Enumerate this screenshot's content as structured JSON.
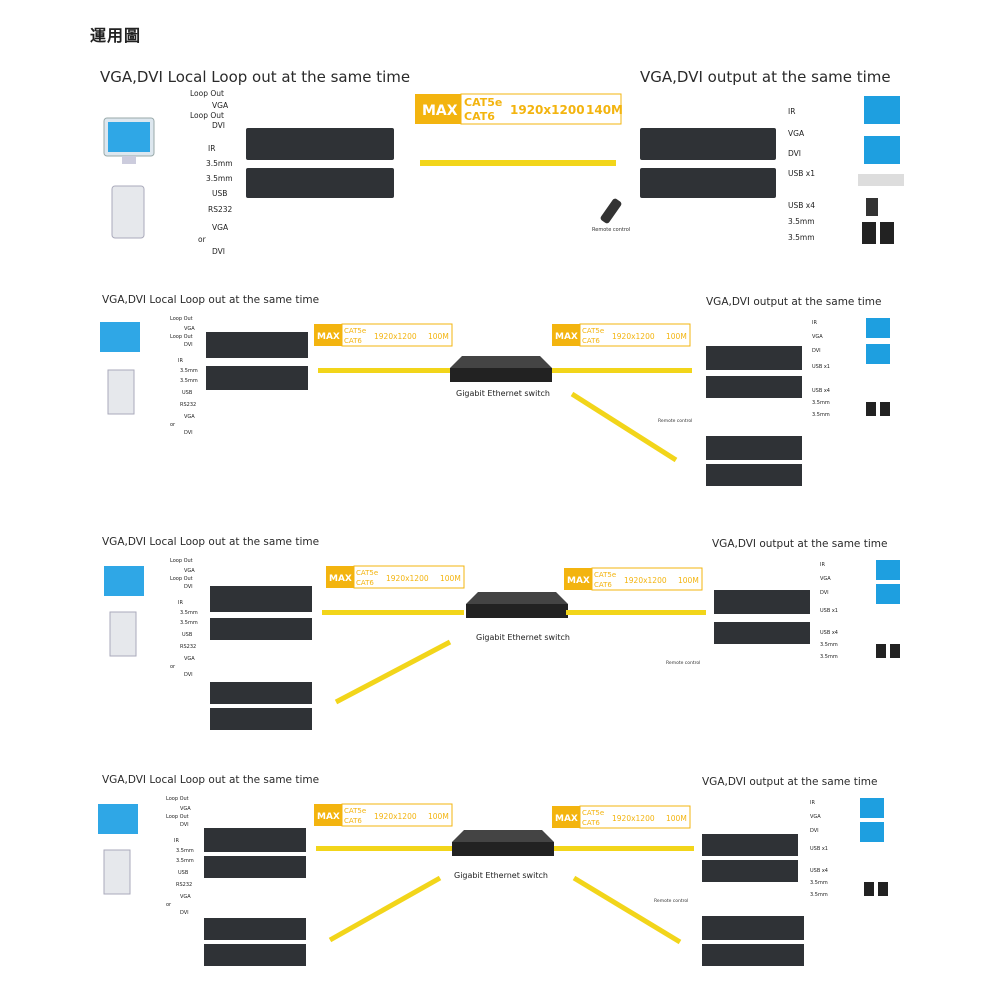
{
  "heading": "運用圖",
  "panels": [
    {
      "title_left": "VGA,DVI Local Loop out at the same time",
      "title_right": "VGA,DVI output at the same time",
      "badges": [
        {
          "max": "MAX",
          "cable1": "CAT5e",
          "cable2": "CAT6",
          "resolution": "1920x1200",
          "distance": "140M"
        }
      ],
      "switch_label": "",
      "remote_label": "Remote control",
      "left_ports": [
        "Loop Out",
        "VGA",
        "Loop Out",
        "DVI",
        "IR",
        "3.5mm",
        "3.5mm",
        "USB",
        "RS232",
        "VGA",
        "or",
        "DVI"
      ],
      "right_ports": [
        "IR",
        "VGA",
        "DVI",
        "USB x1",
        "USB x4",
        "3.5mm",
        "3.5mm"
      ]
    },
    {
      "title_left": "VGA,DVI Local Loop out at the same time",
      "title_right": "VGA,DVI output at the same time",
      "badges": [
        {
          "max": "MAX",
          "cable1": "CAT5e",
          "cable2": "CAT6",
          "resolution": "1920x1200",
          "distance": "100M"
        },
        {
          "max": "MAX",
          "cable1": "CAT5e",
          "cable2": "CAT6",
          "resolution": "1920x1200",
          "distance": "100M"
        }
      ],
      "switch_label": "Gigabit Ethernet switch",
      "remote_label": "Remote control",
      "left_ports": [
        "Loop Out",
        "VGA",
        "Loop Out",
        "DVI",
        "IR",
        "3.5mm",
        "3.5mm",
        "USB",
        "RS232",
        "VGA",
        "or",
        "DVI"
      ],
      "right_ports": [
        "IR",
        "VGA",
        "DVI",
        "USB x1",
        "USB x4",
        "3.5mm",
        "3.5mm"
      ]
    },
    {
      "title_left": "VGA,DVI Local Loop out at the same time",
      "title_right": "VGA,DVI output at the same time",
      "badges": [
        {
          "max": "MAX",
          "cable1": "CAT5e",
          "cable2": "CAT6",
          "resolution": "1920x1200",
          "distance": "100M"
        },
        {
          "max": "MAX",
          "cable1": "CAT5e",
          "cable2": "CAT6",
          "resolution": "1920x1200",
          "distance": "100M"
        }
      ],
      "switch_label": "Gigabit Ethernet switch",
      "remote_label": "Remote control",
      "left_ports": [
        "Loop Out",
        "VGA",
        "Loop Out",
        "DVI",
        "IR",
        "3.5mm",
        "3.5mm",
        "USB",
        "RS232",
        "VGA",
        "or",
        "DVI"
      ],
      "right_ports": [
        "IR",
        "VGA",
        "DVI",
        "USB x1",
        "USB x4",
        "3.5mm",
        "3.5mm"
      ]
    },
    {
      "title_left": "VGA,DVI Local Loop out at the same time",
      "title_right": "VGA,DVI output at the same time",
      "badges": [
        {
          "max": "MAX",
          "cable1": "CAT5e",
          "cable2": "CAT6",
          "resolution": "1920x1200",
          "distance": "100M"
        },
        {
          "max": "MAX",
          "cable1": "CAT5e",
          "cable2": "CAT6",
          "resolution": "1920x1200",
          "distance": "100M"
        }
      ],
      "switch_label": "Gigabit Ethernet switch",
      "remote_label": "Remote control",
      "left_ports": [
        "Loop Out",
        "VGA",
        "Loop Out",
        "DVI",
        "IR",
        "3.5mm",
        "3.5mm",
        "USB",
        "RS232",
        "VGA",
        "or",
        "DVI"
      ],
      "right_ports": [
        "IR",
        "VGA",
        "DVI",
        "USB x1",
        "USB x4",
        "3.5mm",
        "3.5mm"
      ]
    }
  ],
  "colors": {
    "badge": "#f3b40f",
    "cable": "#f2d51a",
    "device": "#2f3236",
    "monitor": "#1e9fe0"
  }
}
